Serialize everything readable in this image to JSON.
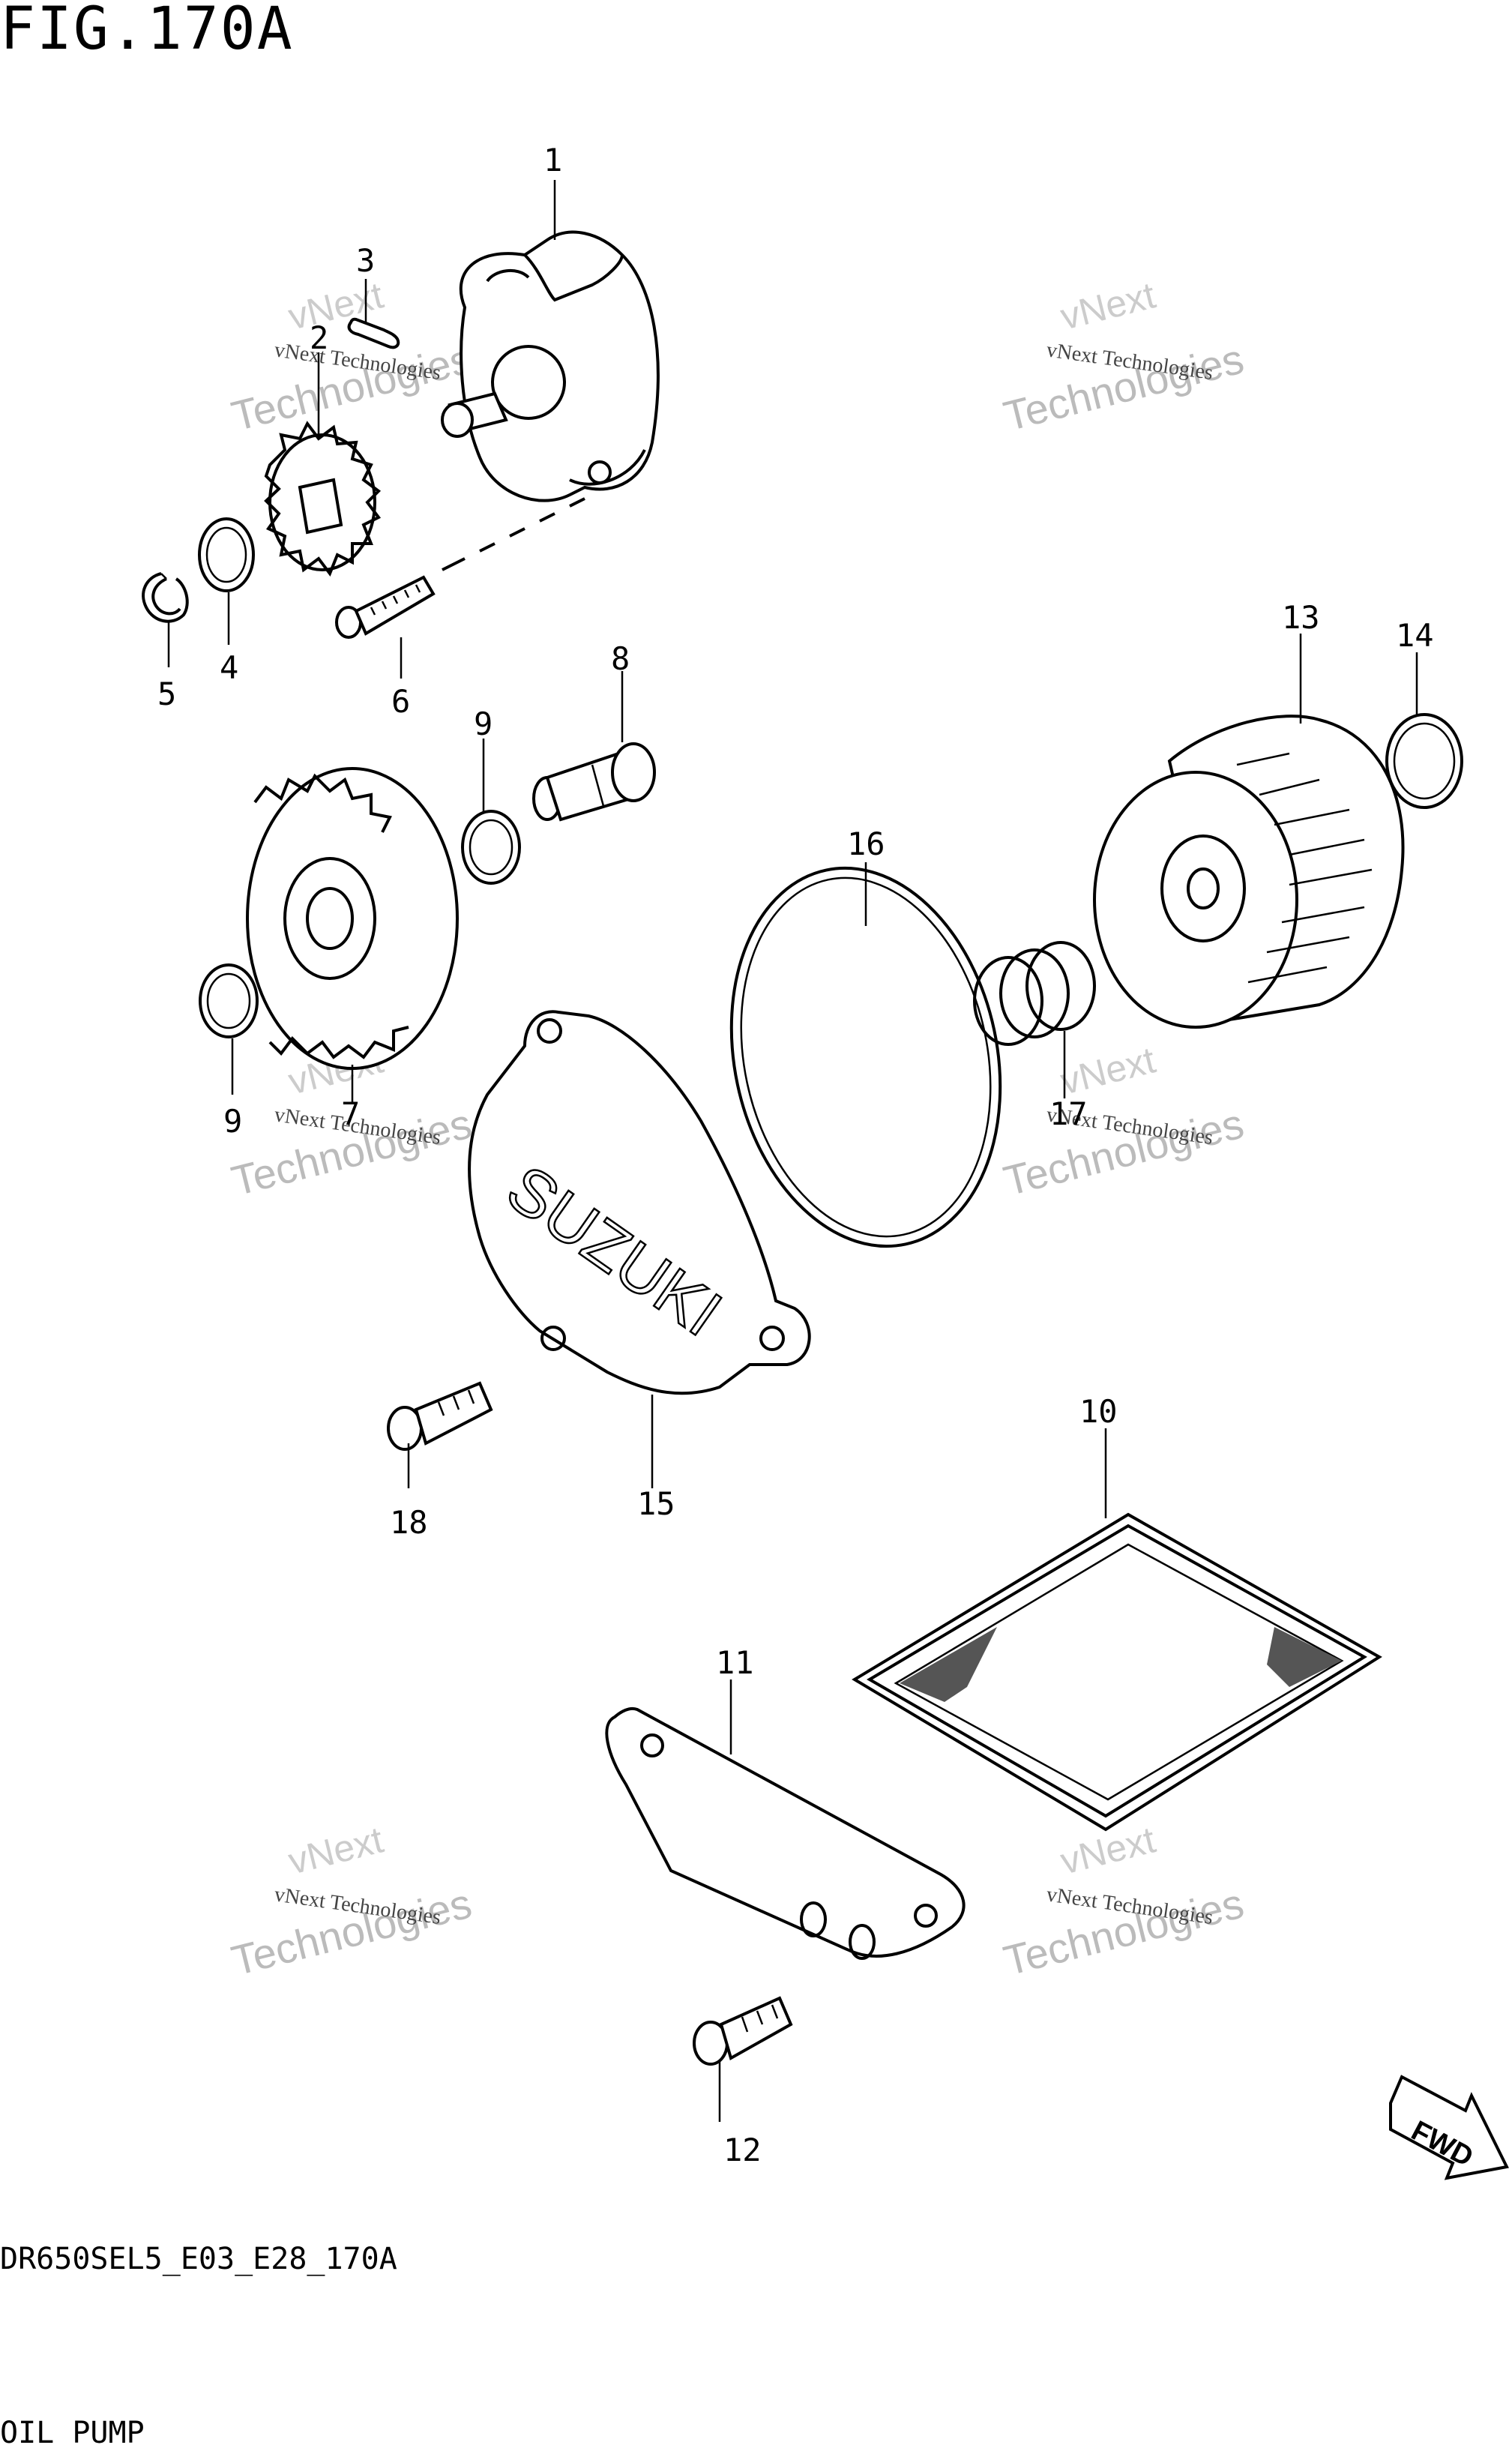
{
  "figure": {
    "title": "FIG.170A",
    "code": "DR650SEL5_E03_E28_170A",
    "name": "OIL PUMP"
  },
  "callouts": {
    "p1": "1",
    "p2": "2",
    "p3": "3",
    "p4": "4",
    "p5": "5",
    "p6": "6",
    "p7": "7",
    "p8": "8",
    "p9a": "9",
    "p9b": "9",
    "p10": "10",
    "p11": "11",
    "p12": "12",
    "p13": "13",
    "p14": "14",
    "p15": "15",
    "p16": "16",
    "p17": "17",
    "p18": "18"
  },
  "cover_logo_text": "SUZUKI",
  "fwd_label": "FWD",
  "watermark": {
    "line1": "vNext Technologies",
    "line2": "Technologies",
    "line3": "vNext"
  }
}
